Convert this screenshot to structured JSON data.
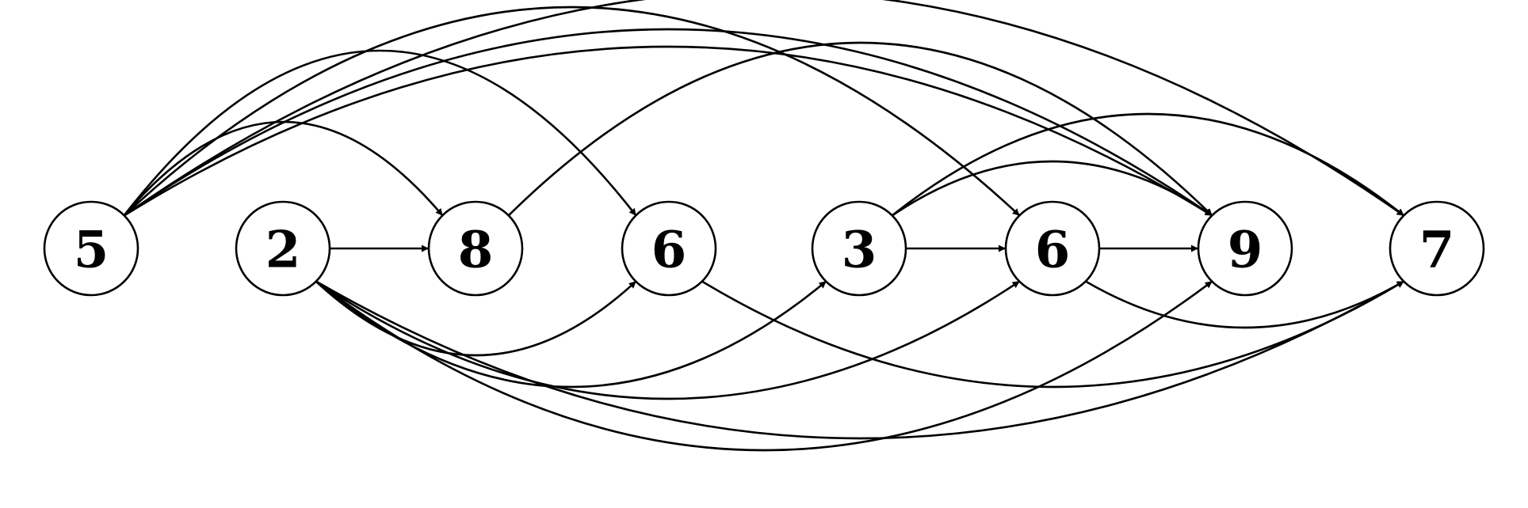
{
  "graph": {
    "directed": true,
    "nodes": [
      {
        "id": "n0",
        "label": "5"
      },
      {
        "id": "n1",
        "label": "2"
      },
      {
        "id": "n2",
        "label": "8"
      },
      {
        "id": "n3",
        "label": "6"
      },
      {
        "id": "n4",
        "label": "3"
      },
      {
        "id": "n5",
        "label": "6"
      },
      {
        "id": "n6",
        "label": "9"
      },
      {
        "id": "n7",
        "label": "7"
      }
    ],
    "edges": [
      {
        "from": "n0",
        "to": "n2"
      },
      {
        "from": "n0",
        "to": "n3"
      },
      {
        "from": "n0",
        "to": "n5"
      },
      {
        "from": "n0",
        "to": "n6"
      },
      {
        "from": "n0",
        "to": "n6"
      },
      {
        "from": "n0",
        "to": "n7"
      },
      {
        "from": "n1",
        "to": "n2"
      },
      {
        "from": "n1",
        "to": "n3"
      },
      {
        "from": "n1",
        "to": "n4"
      },
      {
        "from": "n1",
        "to": "n5"
      },
      {
        "from": "n1",
        "to": "n6"
      },
      {
        "from": "n1",
        "to": "n7"
      },
      {
        "from": "n2",
        "to": "n6"
      },
      {
        "from": "n3",
        "to": "n7"
      },
      {
        "from": "n4",
        "to": "n5"
      },
      {
        "from": "n4",
        "to": "n6"
      },
      {
        "from": "n4",
        "to": "n7"
      },
      {
        "from": "n5",
        "to": "n6"
      },
      {
        "from": "n5",
        "to": "n7"
      }
    ]
  },
  "colors": {
    "stroke": "#000000",
    "background": "#ffffff"
  }
}
